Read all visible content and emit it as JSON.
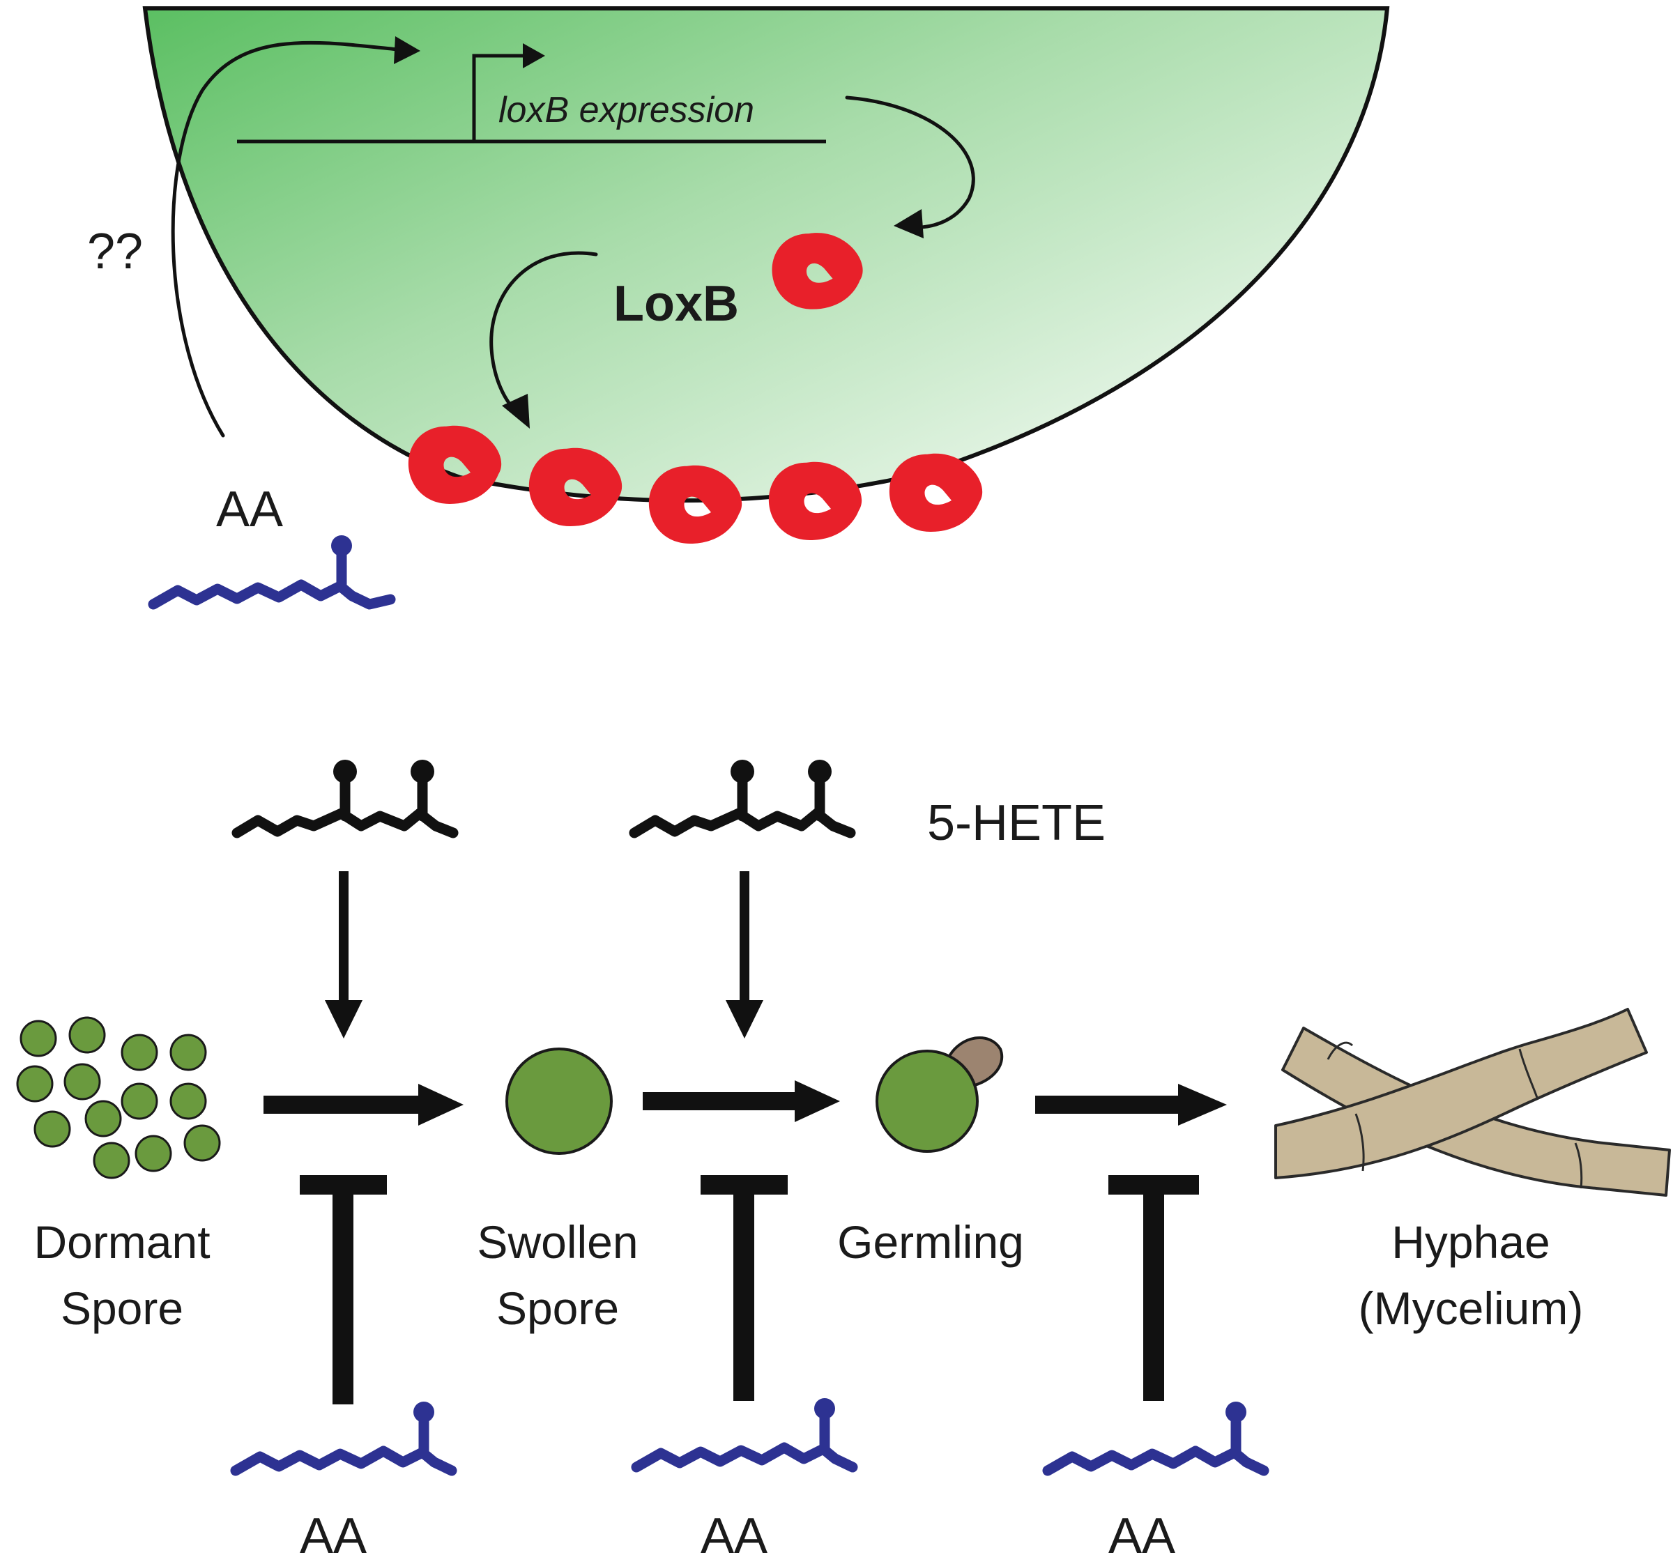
{
  "top_panel": {
    "gene_label": "loxB expression",
    "protein_label": "LoxB",
    "unknown_signal_label": "??",
    "ligand_label": "AA"
  },
  "bottom_panel": {
    "activator_label": "5-HETE",
    "inhibitor_labels": [
      "AA",
      "AA",
      "AA"
    ],
    "stages": [
      {
        "line1": "Dormant",
        "line2": "Spore"
      },
      {
        "line1": "Swollen",
        "line2": "Spore"
      },
      {
        "line1": "Germling",
        "line2": ""
      },
      {
        "line1": "Hyphae",
        "line2": "(Mycelium)"
      }
    ]
  },
  "colors": {
    "cell_green_dark": "#5bbf62",
    "cell_green_light": "#f5fbf5",
    "loxb_red": "#e8202a",
    "aa_blue": "#2d3292",
    "spore_green": "#6a9a3e",
    "hyphae_tan": "#c8b898",
    "germ_tube_brown": "#9c8470"
  }
}
